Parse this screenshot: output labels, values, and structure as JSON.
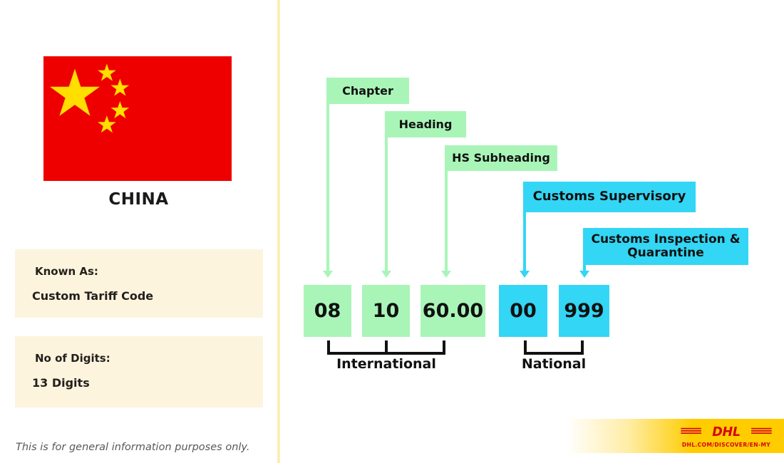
{
  "country": {
    "name": "CHINA",
    "flag_icon": "china-flag",
    "flag_colors": {
      "field": "#ee0000",
      "star": "#ffde00"
    }
  },
  "info_cards": [
    {
      "label": "Known As:",
      "value": "Custom Tariff Code"
    },
    {
      "label": "No of Digits:",
      "value": "13 Digits"
    }
  ],
  "footnote": "This is for general information purposes only.",
  "diagram": {
    "segments": [
      {
        "tag": "Chapter",
        "code": "08",
        "scope": "international",
        "color": "#a9f5b8"
      },
      {
        "tag": "Heading",
        "code": "10",
        "scope": "international",
        "color": "#a9f5b8"
      },
      {
        "tag": "HS Subheading",
        "code": "60.00",
        "scope": "international",
        "color": "#a9f5b8"
      },
      {
        "tag": "Customs Supervisory",
        "code": "00",
        "scope": "national",
        "color": "#33d6f5"
      },
      {
        "tag": "Customs Inspection & Quarantine",
        "code": "999",
        "scope": "national",
        "color": "#33d6f5"
      }
    ],
    "group_labels": {
      "international": "International",
      "national": "National"
    }
  },
  "branding": {
    "logo_text": "DHL",
    "url": "DHL.COM/DISCOVER/EN-MY",
    "brand_yellow": "#ffcc00",
    "brand_red": "#d40511"
  }
}
